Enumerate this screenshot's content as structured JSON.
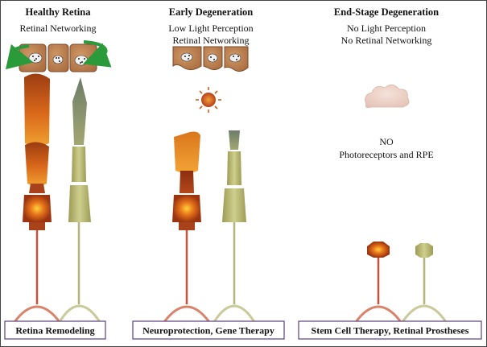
{
  "panels": [
    {
      "title": "Healthy Retina",
      "subtitle_lines": [
        "Retinal Networking"
      ],
      "therapy": "Retina Remodeling"
    },
    {
      "title": "Early Degeneration",
      "subtitle_lines": [
        "Low Light Perception",
        "Retinal Networking"
      ],
      "therapy": "Neuroprotection, Gene Therapy"
    },
    {
      "title": "End-Stage Degeneration",
      "subtitle_lines": [
        "No Light Perception",
        "No Retinal Networking"
      ],
      "note_lines": [
        "NO",
        "Photoreceptors and RPE"
      ],
      "therapy": "Stem Cell Therapy, Retinal Prostheses"
    }
  ],
  "colors": {
    "rod_orange": "#e07a1c",
    "rod_brown": "#9b3c12",
    "cone_olive": "#b4b46a",
    "cone_grey": "#6b7d68",
    "rpe_brown": "#b7774a",
    "arrow_green": "#2a9a3a",
    "box_border": "#5a3f7a"
  }
}
